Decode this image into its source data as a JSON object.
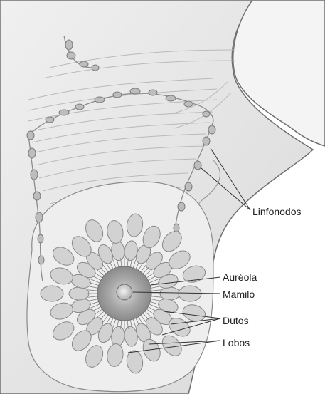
{
  "labels": {
    "lymph_nodes": "Linfonodos",
    "areola": "Auréola",
    "nipple": "Mamilo",
    "ducts": "Dutos",
    "lobes": "Lobos"
  },
  "colors": {
    "skin_fill": "#e9e9e9",
    "skin_shadow": "#cfcfcf",
    "muscle_line": "#b9b9b9",
    "node_fill": "#bdbdbd",
    "node_stroke": "#7a7a7a",
    "lobe_fill": "#d2d2d2",
    "areola_fill": "#9e9e9e",
    "leader_line": "#333333"
  },
  "icons": {
    "lymph_node": "lymph-node-icon",
    "lobe": "breast-lobe-icon"
  }
}
